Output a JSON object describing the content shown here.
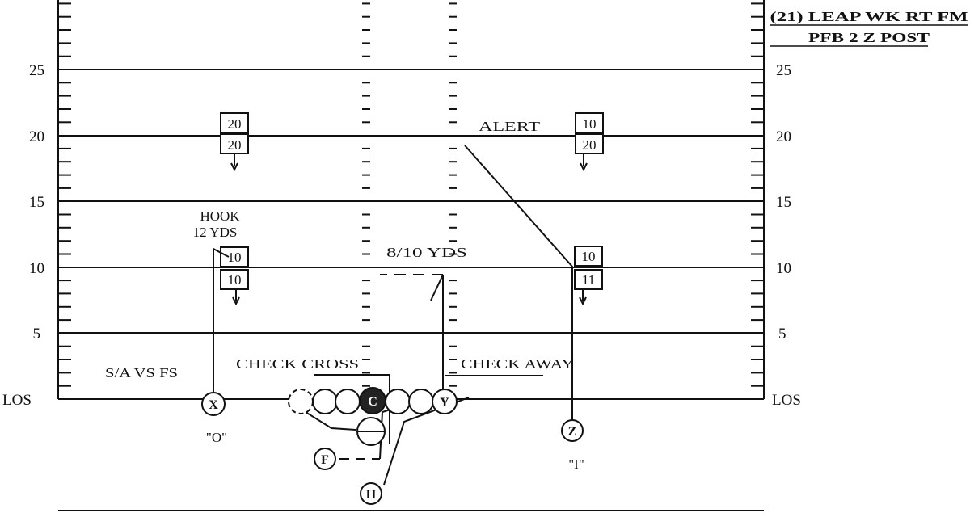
{
  "play": {
    "title_line1": "(21) LEAP WK RT FM",
    "title_line2": "PFB 2 Z POST"
  },
  "field": {
    "yard_labels": [
      "25",
      "20",
      "15",
      "10",
      "5"
    ],
    "los_label": "LOS"
  },
  "annotations": {
    "alert": "ALERT",
    "hook": "HOOK",
    "hook_depth": "12 YDS",
    "depth": "8/10 YDS",
    "sa_vs_fs": "S/A VS FS",
    "check_cross": "CHECK CROSS",
    "check_away": "CHECK AWAY"
  },
  "players": {
    "x": "X",
    "z": "Z",
    "f": "F",
    "h": "H",
    "y": "Y",
    "center": "C",
    "x_alignment": "\"O\"",
    "z_alignment": "\"I\""
  },
  "defense": {
    "left_upper_top": "20",
    "left_upper_bottom": "20",
    "right_upper_top": "10",
    "right_upper_bottom": "20",
    "left_lower_top": "10",
    "left_lower_bottom": "10",
    "right_lower_top": "10",
    "right_lower_bottom": "11"
  }
}
